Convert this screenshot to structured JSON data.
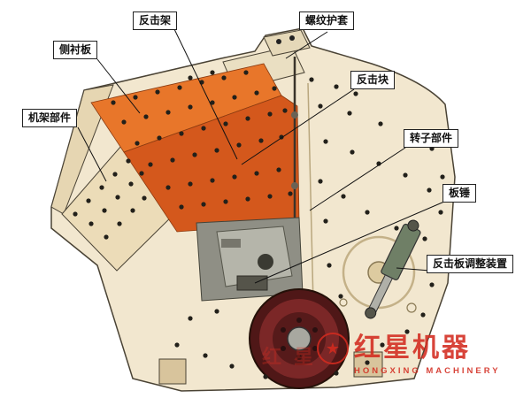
{
  "labels": [
    {
      "text": "反击架"
    },
    {
      "text": "螺纹护套"
    },
    {
      "text": "侧衬板"
    },
    {
      "text": "反击块"
    },
    {
      "text": "机架部件"
    },
    {
      "text": "转子部件"
    },
    {
      "text": "板锤"
    },
    {
      "text": "反击板调整装置"
    }
  ],
  "watermark": {
    "cn": "红星机器",
    "en": "HONGXING MACHINERY",
    "star": "★",
    "cn_faint": "红星"
  },
  "colors": {
    "body": "#f2e7cf",
    "body_shade": "#e6d6b2",
    "impact_plate_light": "#e8762a",
    "impact_plate_dark": "#d4581c",
    "rotor_gray": "#9a9a8e",
    "flywheel_dark": "#4f1717",
    "flywheel_ring": "#7b2727",
    "outline": "#4a4335",
    "watermark_red": "#d32b1f"
  }
}
